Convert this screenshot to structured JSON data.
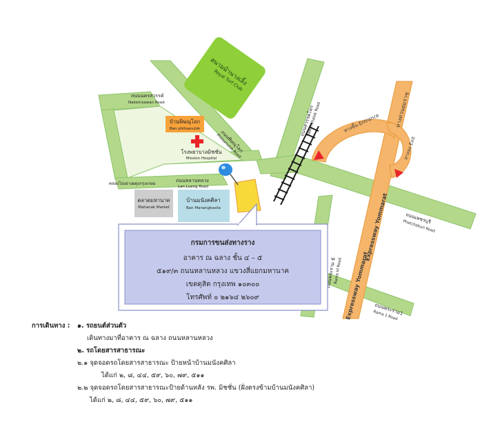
{
  "map": {
    "roads": {
      "nakornsawan_th": "ถนนนครสวรรค์",
      "nakornsawan_en": "Nakornsawan Road",
      "phitsanulok_th": "ถนนพิษณุโลก",
      "phitsanulok_en": "Phitsanulok Road",
      "sawankhalok_th": "ถนนสวรรคโลก",
      "sawankhalok_en": "Sawankhalok Road",
      "lanluang_th": "ถนนหลานหลวง",
      "lanluang_en": "Lan Luang Road",
      "phetchaburi_th": "ถนนเพชรบุรี",
      "phetchaburi_en": "Phetchaburi Road",
      "rama6_th": "ถนนพระราม 6",
      "rama6_en": "Rama VI Road",
      "rama1_th": "ถนนพระราม1",
      "rama1_en": "Rama 1 Road",
      "expressway_en": "Expressway Yommarat",
      "expressway_th": "ทางด่วนยมราช",
      "entrance_label": "ทางขึ้น Entrance",
      "exit_label": "ทางลง Exit",
      "khlong": "คลองโอ่งอ่างผดุงกรุงเกษม"
    },
    "places": {
      "turf_th": "สนามม้านางเลิ้ง",
      "turf_en": "Royal Turf Club",
      "banphitsanulok_th": "บ้านพิษณุโลก",
      "banphitsanulok_en": "Ban phitsanulok",
      "hospital_th": "โรงพยาบาลมิชชั่น",
      "hospital_en": "Mission Hospital",
      "market_th": "ตลาดมหานาค",
      "market_en": "Mahanak Market",
      "manangkasila_th": "บ้านมนังคศิลา",
      "manangkasila_en": "Ban Manangkasila"
    },
    "address": {
      "title": "กรมการขนส่งทางราง",
      "line1": "อาคาร ณ ฉลาง ชั้น ๔ – ๕",
      "line2": "๕๑๙/๓ ถนนหลานหลวง แขวงสี่แยกมหานาค",
      "line3": "เขตดุสิต   กรุงเทพ  ๑๐๓๐๐",
      "line4": "โทรศัพท์  ๐ ๒๑๖๔ ๒๖๐๙"
    },
    "colors": {
      "road_green": "#b3d88a",
      "road_green_edge": "#8cc36b",
      "expressway_orange": "#f5b56a",
      "expressway_edge": "#e8983a",
      "turf_green": "#8ecf3a",
      "orange_label": "#f7a23b",
      "hospital_red": "#e8262a",
      "market_gray": "#cdcdcd",
      "manangkasila_blue": "#b8dde8",
      "building_yellow": "#f8d93a",
      "box_lavender": "#c5c9ec",
      "box_border": "#8b90c8",
      "pin_blue": "#2d8be0",
      "arrow_red": "#e8262a",
      "rail_black": "#1a1a1a"
    },
    "icons": [
      "map-pin-icon",
      "red-cross-icon",
      "railway-track-icon",
      "entrance-arrow-icon",
      "exit-arrow-icon"
    ]
  },
  "directions": {
    "heading": "การเดินทาง :",
    "item1_title": "๑. รถยนต์ส่วนตัว",
    "item1_text": "เดินทางมาที่อาคาร ณ ฉลาง ถนนหลานหลวง",
    "item2_title": "๒. รถโดยสารสาธารณะ",
    "item2_1": "๒.๑ จุดจอดรถโดยสารสาธารณะ ป้ายหน้าบ้านมนังคศิลา",
    "item2_1_lines": "ได้แก่ ๒, ๘, ๔๔, ๕๙, ๖๐, ๗๙, ๕๑๑",
    "item2_2": "๒.๒ จุดจอดรถโดยสารสาธารณะป้ายด้านหลัง รพ. มิชชั่น (ฝั่งตรงข้ามบ้านมนังคศิลา)",
    "item2_2_lines": "ได้แก่ ๒, ๘, ๔๔, ๕๙, ๖๐, ๗๙, ๕๑๑"
  }
}
